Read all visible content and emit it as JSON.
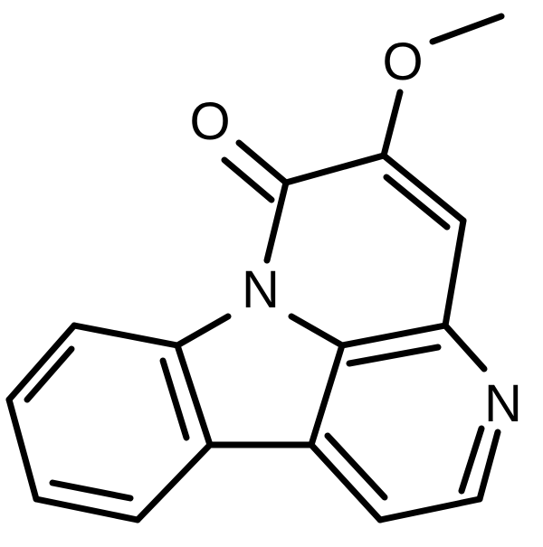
{
  "molecule": {
    "atom_labels": {
      "o_methoxy": "O",
      "o_carbonyl": "O",
      "n_ring": "N",
      "n_pyridine": "N"
    },
    "colors": {
      "bond": "#000000",
      "label": "#000000",
      "background": "#ffffff"
    }
  }
}
